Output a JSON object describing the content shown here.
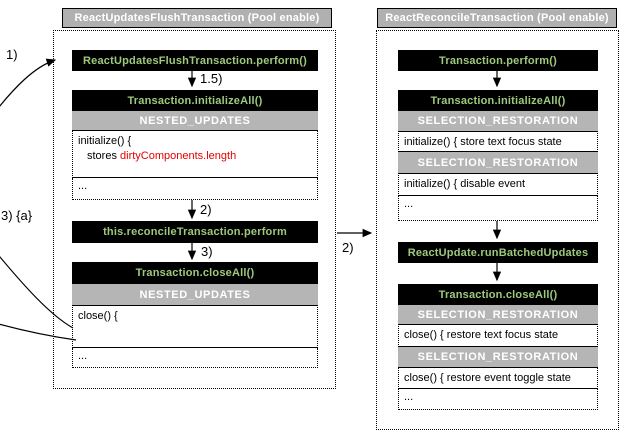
{
  "colors": {
    "title_text_green": "#9ec97d",
    "highlight_red": "#e60000",
    "band_gray": "#b5b5b5",
    "header_gray": "#b0b0b0",
    "box_black": "#000000"
  },
  "left": {
    "header": "ReactUpdatesFlushTransaction (Pool enable)",
    "perform": "ReactUpdatesFlushTransaction.perform()",
    "init_title": "Transaction.initializeAll()",
    "init_band": "NESTED_UPDATES",
    "init_code1": "initialize() {",
    "init_code2_plain": "stores",
    "init_code2_red": "dirtyComponents.length",
    "init_dots": "...",
    "reconcile": "this.reconcileTransaction.perform",
    "close_title": "Transaction.closeAll()",
    "close_band": "NESTED_UPDATES",
    "close_code1": "close() {",
    "close_dots": "..."
  },
  "right": {
    "header": "ReactReconcileTransaction (Pool enable)",
    "perform": "Transaction.perform()",
    "init_title": "Transaction.initializeAll()",
    "init_band1": "SELECTION_RESTORATION",
    "init_row1": "initialize() { store text focus state",
    "init_band2": "SELECTION_RESTORATION",
    "init_row2": "initialize() { disable event",
    "init_dots": "...",
    "run_batched": "ReactUpdate.runBatchedUpdates",
    "close_title": "Transaction.closeAll()",
    "close_band1": "SELECTION_RESTORATION",
    "close_row1": "close() { restore text focus state",
    "close_band2": "SELECTION_RESTORATION",
    "close_row2": "close() { restore event toggle state",
    "close_dots": "..."
  },
  "labels": {
    "step_1": "1)",
    "step_1_5": "1.5)",
    "step_2_left": "2)",
    "step_3_left": "3)",
    "step_3_a": "3) {a}",
    "step_2_between": "2)"
  }
}
